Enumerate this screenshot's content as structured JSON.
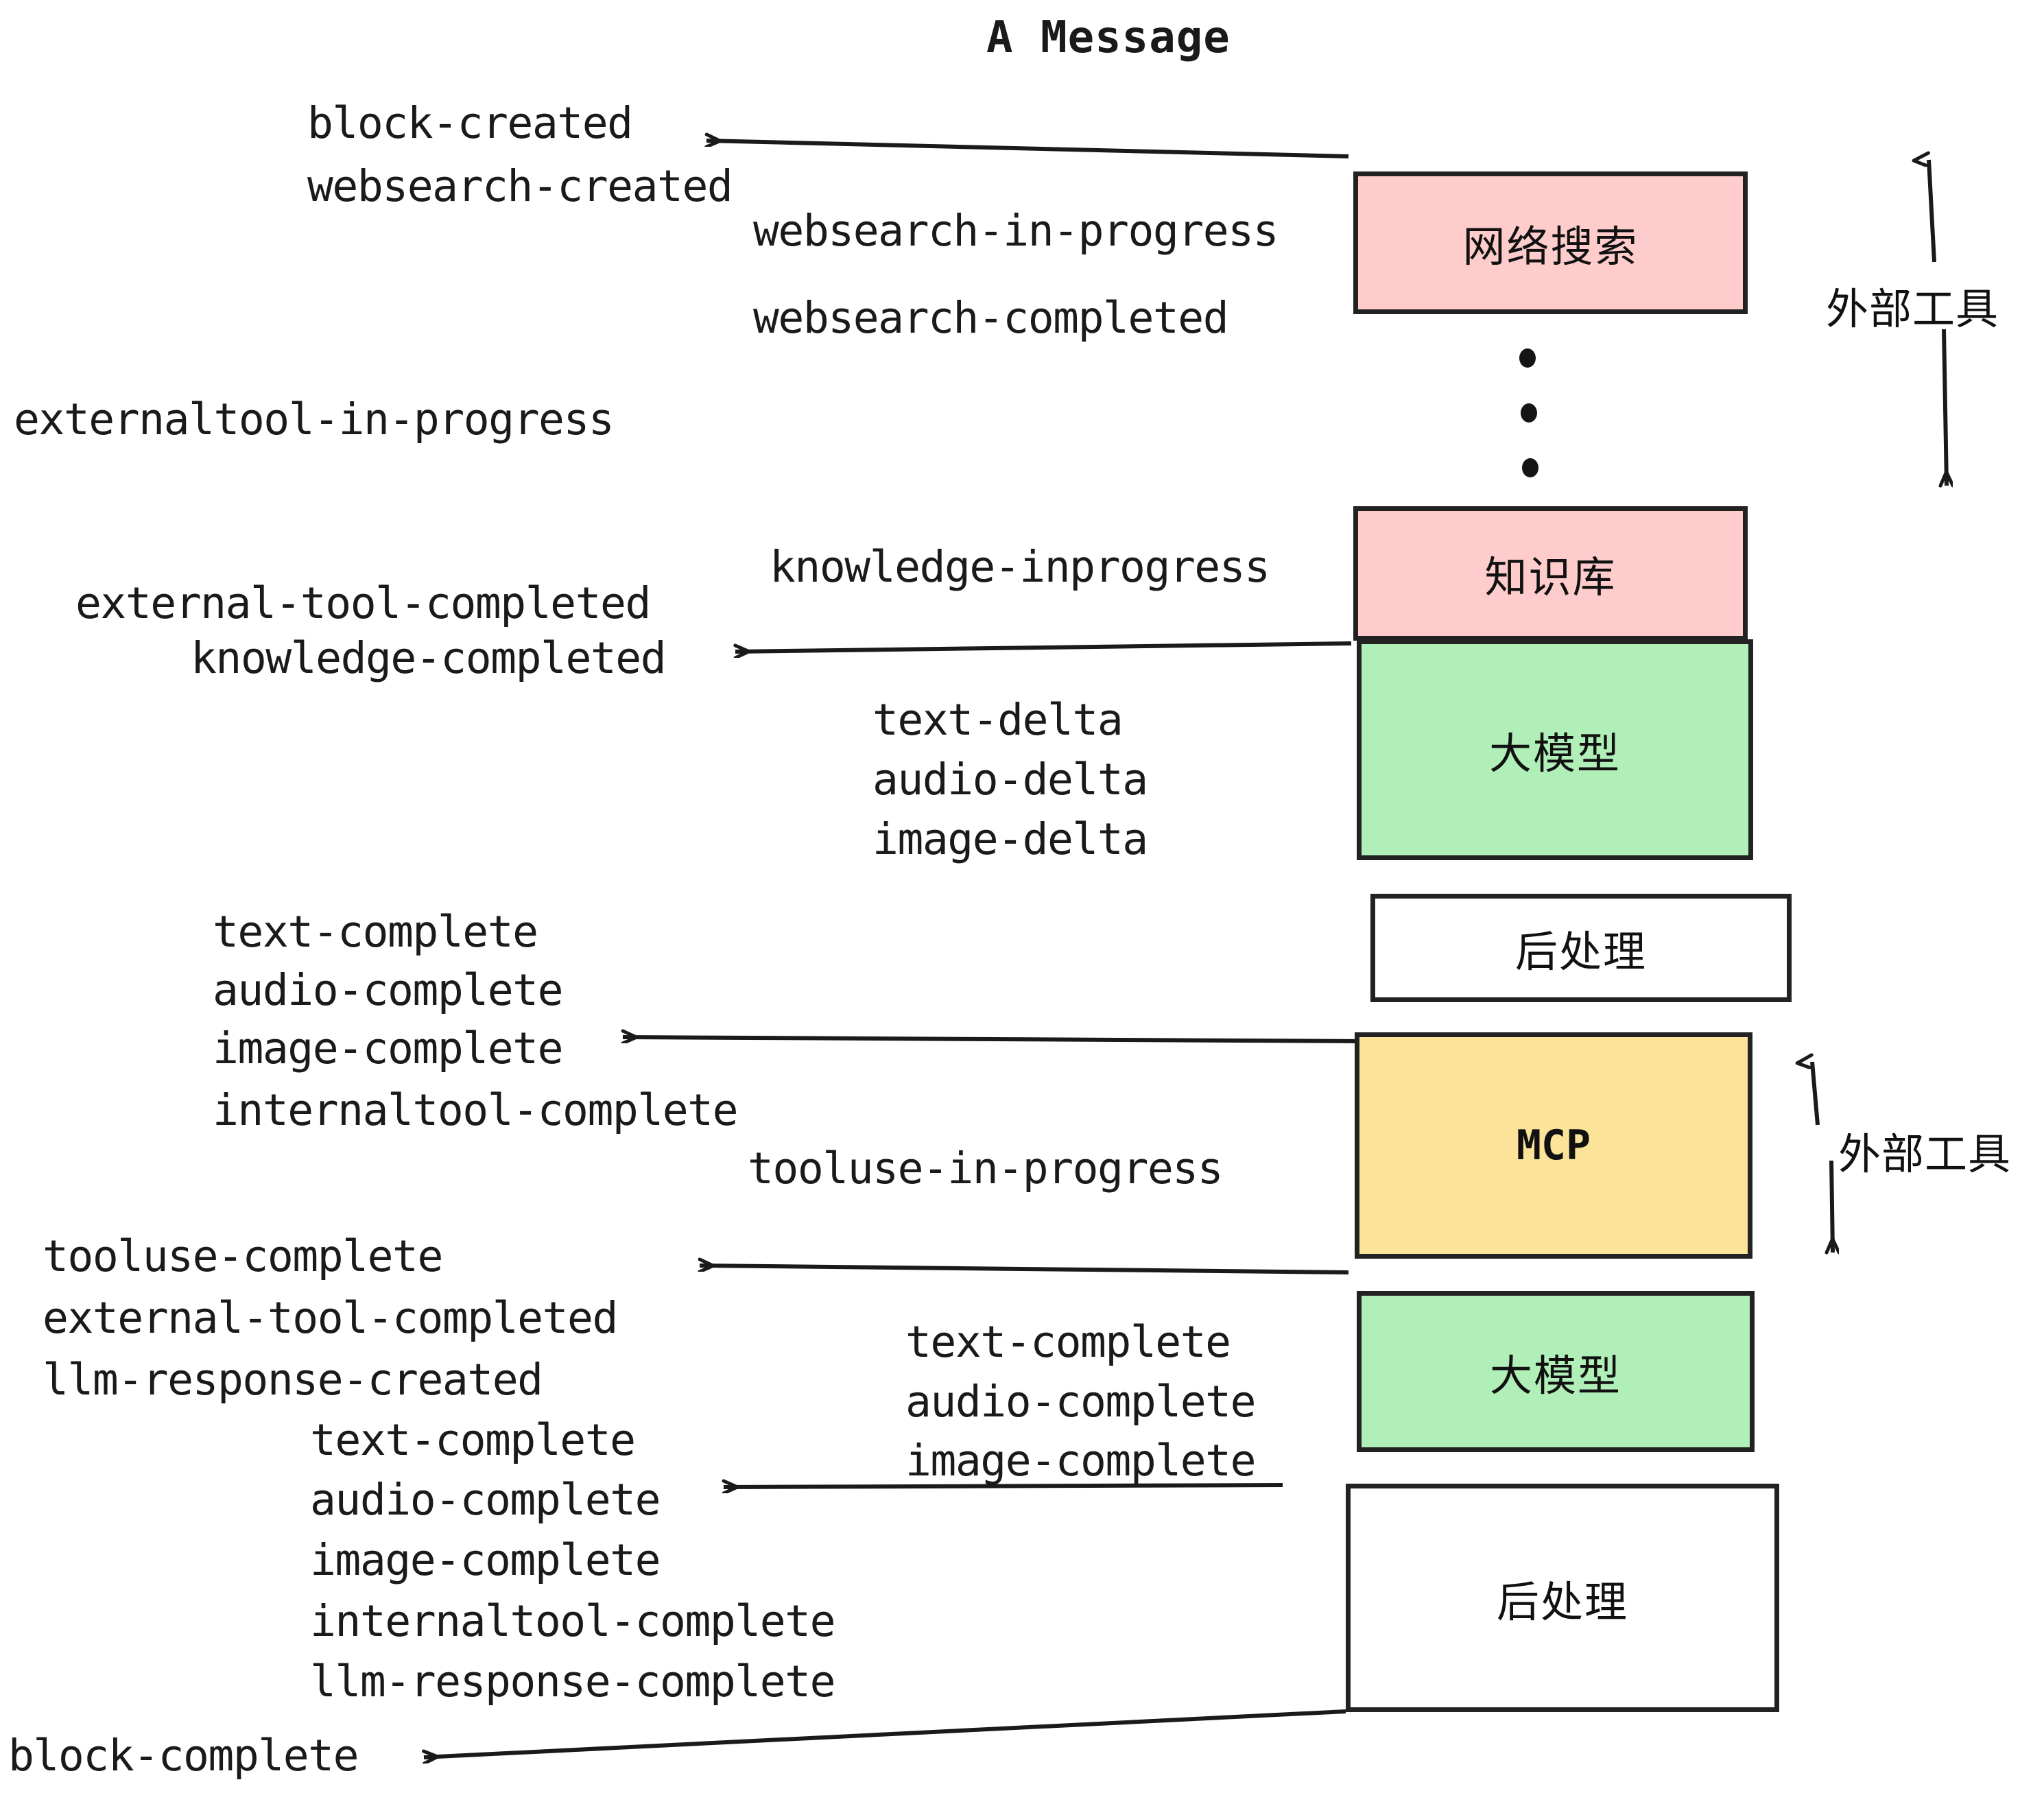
{
  "diagram": {
    "title": "A Message",
    "colors": {
      "external_tool_fill": "#FFCCCC",
      "llm_fill": "#B0EFB8",
      "mcp_fill": "#FBE49A",
      "postprocess_fill": "#FFFFFF",
      "stroke": "#222222",
      "text": "#1a1a1a",
      "background": "#FFFFFF"
    },
    "nodes": [
      {
        "id": "websearch",
        "label": "网络搜索",
        "kind": "external-tool"
      },
      {
        "id": "knowledge",
        "label": "知识库",
        "kind": "external-tool"
      },
      {
        "id": "llm-1",
        "label": "大模型",
        "kind": "llm"
      },
      {
        "id": "postprocess-1",
        "label": "后处理",
        "kind": "postprocess"
      },
      {
        "id": "mcp",
        "label": "MCP",
        "kind": "mcp"
      },
      {
        "id": "llm-2",
        "label": "大模型",
        "kind": "llm"
      },
      {
        "id": "postprocess-2",
        "label": "后处理",
        "kind": "postprocess"
      }
    ],
    "side_labels": [
      {
        "id": "external-tool-top",
        "label": "外部工具"
      },
      {
        "id": "external-tool-bottom",
        "label": "外部工具"
      }
    ],
    "ellipsis_dots": 3,
    "events": [
      {
        "id": "e01",
        "text": "block-created"
      },
      {
        "id": "e02",
        "text": "websearch-created"
      },
      {
        "id": "e03",
        "text": "websearch-in-progress"
      },
      {
        "id": "e04",
        "text": "websearch-completed"
      },
      {
        "id": "e05",
        "text": "externaltool-in-progress"
      },
      {
        "id": "e06",
        "text": "knowledge-inprogress"
      },
      {
        "id": "e07",
        "text": "external-tool-completed"
      },
      {
        "id": "e08",
        "text": "knowledge-completed"
      },
      {
        "id": "e09",
        "text": "text-delta"
      },
      {
        "id": "e10",
        "text": "audio-delta"
      },
      {
        "id": "e11",
        "text": "image-delta"
      },
      {
        "id": "e12",
        "text": "text-complete"
      },
      {
        "id": "e13",
        "text": "audio-complete"
      },
      {
        "id": "e14",
        "text": "image-complete"
      },
      {
        "id": "e15",
        "text": "internaltool-complete"
      },
      {
        "id": "e16",
        "text": "tooluse-in-progress"
      },
      {
        "id": "e17",
        "text": "tooluse-complete"
      },
      {
        "id": "e18",
        "text": "external-tool-completed"
      },
      {
        "id": "e19",
        "text": "llm-response-created"
      },
      {
        "id": "e20",
        "text": "text-complete"
      },
      {
        "id": "e21",
        "text": "audio-complete"
      },
      {
        "id": "e22",
        "text": "image-complete"
      },
      {
        "id": "e23",
        "text": "internaltool-complete"
      },
      {
        "id": "e24",
        "text": "llm-response-complete"
      },
      {
        "id": "e25",
        "text": "block-complete"
      }
    ]
  }
}
